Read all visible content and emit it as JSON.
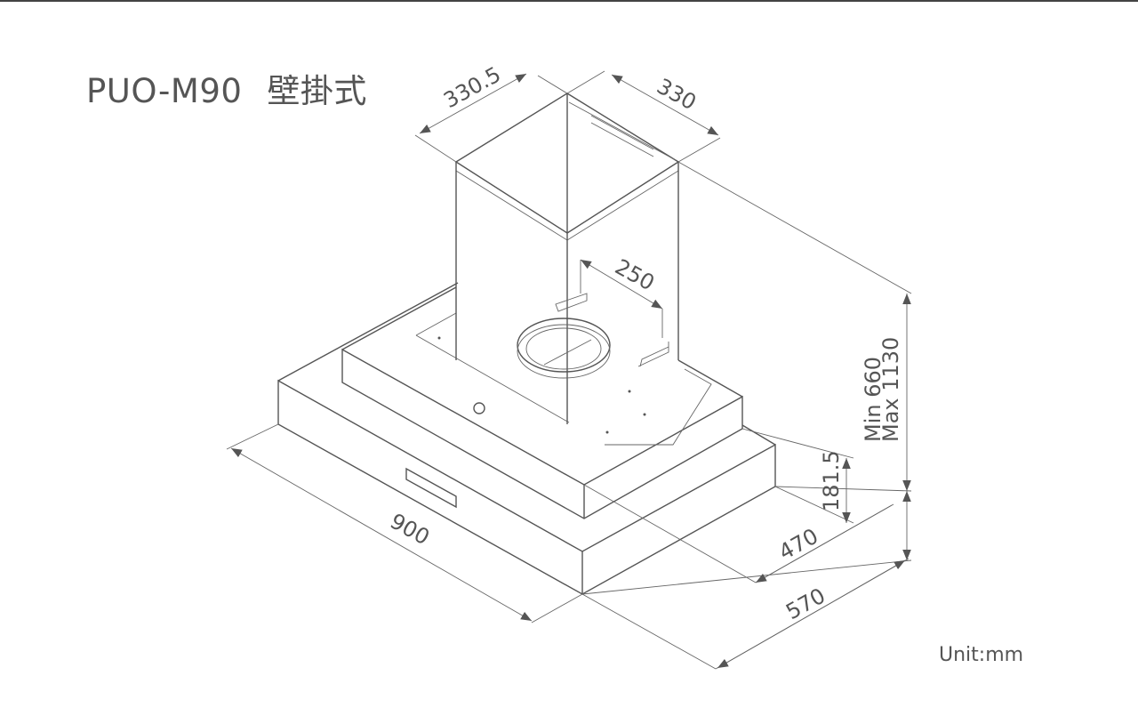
{
  "title": {
    "model": "PUO-M90",
    "type": "壁掛式"
  },
  "unit": "Unit:mm",
  "dimensions": {
    "chimney_depth": "330.5",
    "chimney_width": "330",
    "bracket_spacing": "250",
    "height_min": "Min  660",
    "height_max": "Max 1130",
    "hood_height": "181.5",
    "upper_depth": "470",
    "total_depth": "570",
    "width": "900"
  }
}
